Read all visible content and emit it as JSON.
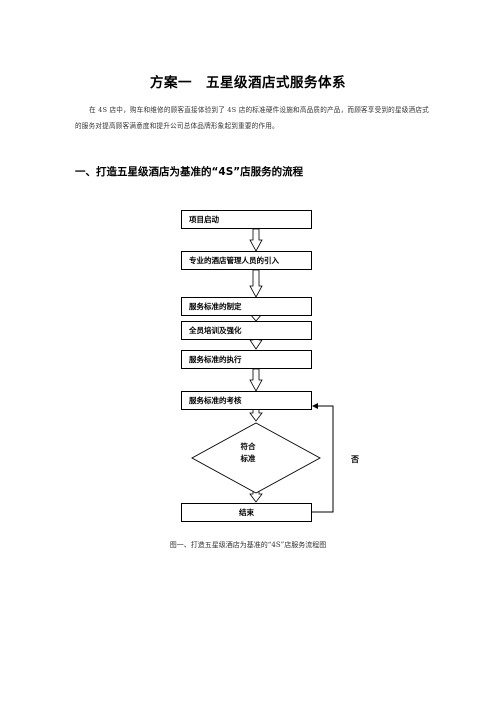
{
  "document": {
    "title": "方案一　五星级酒店式服务体系",
    "paragraph": "在 4S 店中，购车和维修的顾客直接体验到了 4S 店的标准硬件设施和高品质的产品，而顾客享受到的星级酒店式的服务对提高顾客满意度和提升公司总体品牌形象起到重要的作用。",
    "section_heading": "一、打造五星级酒店为基准的“4S”店服务的流程",
    "caption": "图一、打造五星级酒店为基准的“4S”店服务流程图"
  },
  "flowchart": {
    "steps": {
      "start": "项目启动",
      "intro": "专业的酒店管理人员的引入",
      "standard": "服务标准的制定",
      "training": "全员培训及强化",
      "execute": "服务标准的执行",
      "assess": "服务标准的考核",
      "end": "结束"
    },
    "decision_line1": "符合",
    "decision_line2": "标准",
    "no_label": "否"
  }
}
